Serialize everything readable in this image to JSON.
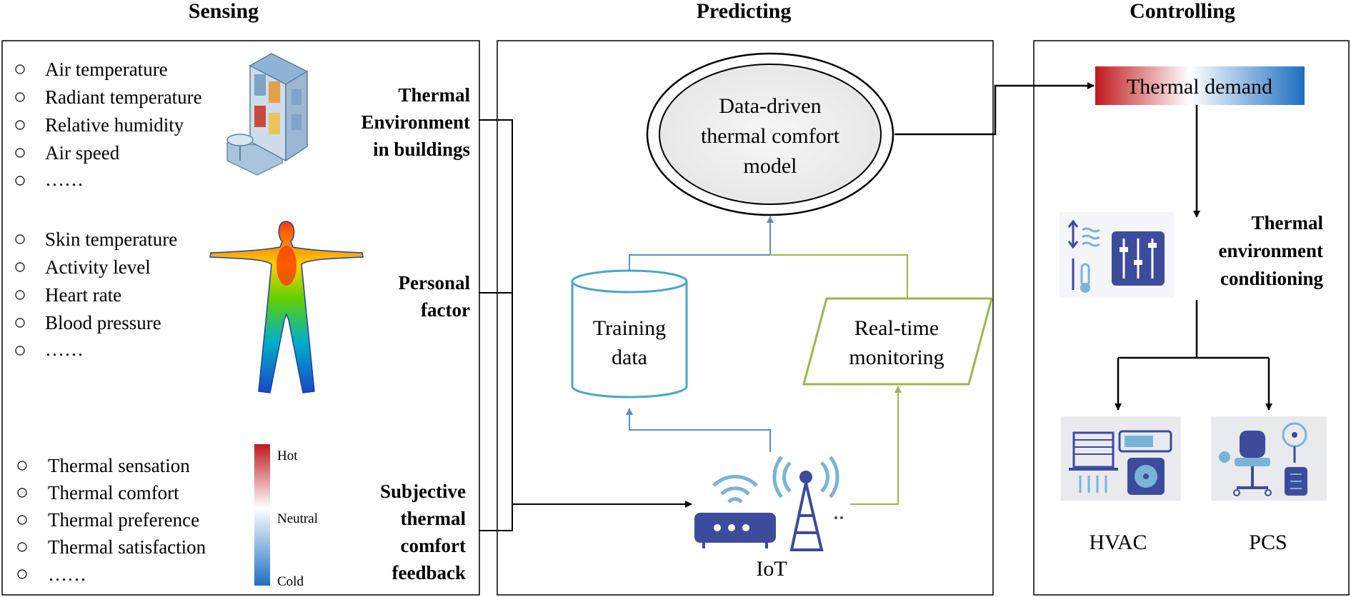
{
  "headers": {
    "sensing": "Sensing",
    "predicting": "Predicting",
    "controlling": "Controlling"
  },
  "sensing": {
    "environment": {
      "items": [
        "Air temperature",
        "Radiant temperature",
        "Relative humidity",
        "Air speed",
        "……"
      ],
      "label": [
        "Thermal",
        "Environment",
        "in buildings"
      ]
    },
    "personal": {
      "items": [
        "Skin temperature",
        "Activity level",
        "Heart rate",
        "Blood pressure",
        "……"
      ],
      "label": [
        "Personal",
        "factor"
      ]
    },
    "subjective": {
      "items": [
        "Thermal sensation",
        "Thermal comfort",
        "Thermal preference",
        "Thermal satisfaction",
        "……"
      ],
      "label": [
        "Subjective",
        "thermal",
        "comfort",
        "feedback"
      ],
      "scale": {
        "hot": "Hot",
        "neutral": "Neutral",
        "cold": "Cold"
      }
    }
  },
  "predicting": {
    "model": [
      "Data-driven",
      "thermal comfort",
      "model"
    ],
    "training": [
      "Training",
      "data"
    ],
    "monitoring": [
      "Real-time",
      "monitoring"
    ],
    "iot": "IoT"
  },
  "controlling": {
    "demand": "Thermal demand",
    "conditioning": [
      "Thermal",
      "environment",
      "conditioning"
    ],
    "hvac": "HVAC",
    "pcs": "PCS"
  },
  "colors": {
    "hot": "#c0181c",
    "cold": "#1e6fc0",
    "training": "#4aa7c4",
    "monitoring": "#9ab74e",
    "flow_blue": "#5b8fc0",
    "flow_green": "#9ab74e",
    "icon": "#3d4b9c",
    "icon_light": "#7ab3d8"
  }
}
